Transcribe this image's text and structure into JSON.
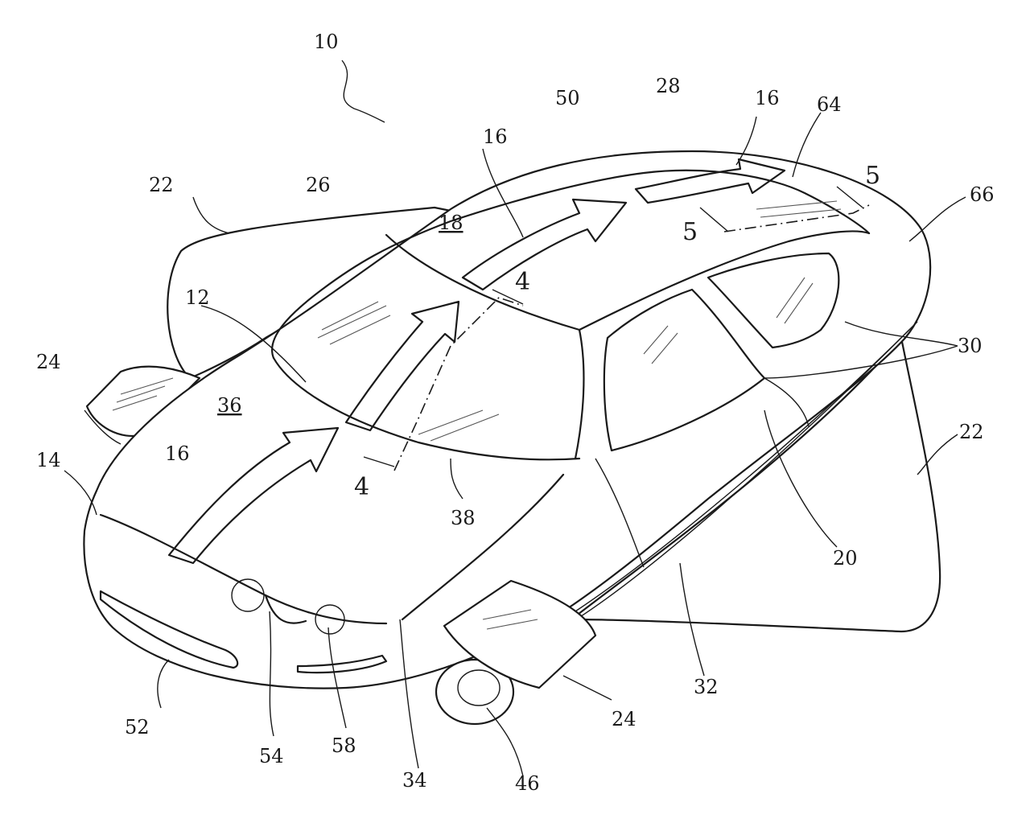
{
  "figure": {
    "labels": {
      "l10": "10",
      "l50": "50",
      "l28": "28",
      "l16_roof": "16",
      "l64": "64",
      "l5_right": "5",
      "l22_left": "22",
      "l26": "26",
      "l16_upper": "16",
      "l18": "18",
      "l66": "66",
      "l5_lower": "5",
      "l4_upper": "4",
      "l12": "12",
      "l30": "30",
      "l24_left": "24",
      "l36": "36",
      "l22_right": "22",
      "l14": "14",
      "l16_hood": "16",
      "l4_lower": "4",
      "l38": "38",
      "l20": "20",
      "l32": "32",
      "l52": "52",
      "l54": "54",
      "l58": "58",
      "l34": "34",
      "l46": "46",
      "l24_right": "24"
    }
  }
}
